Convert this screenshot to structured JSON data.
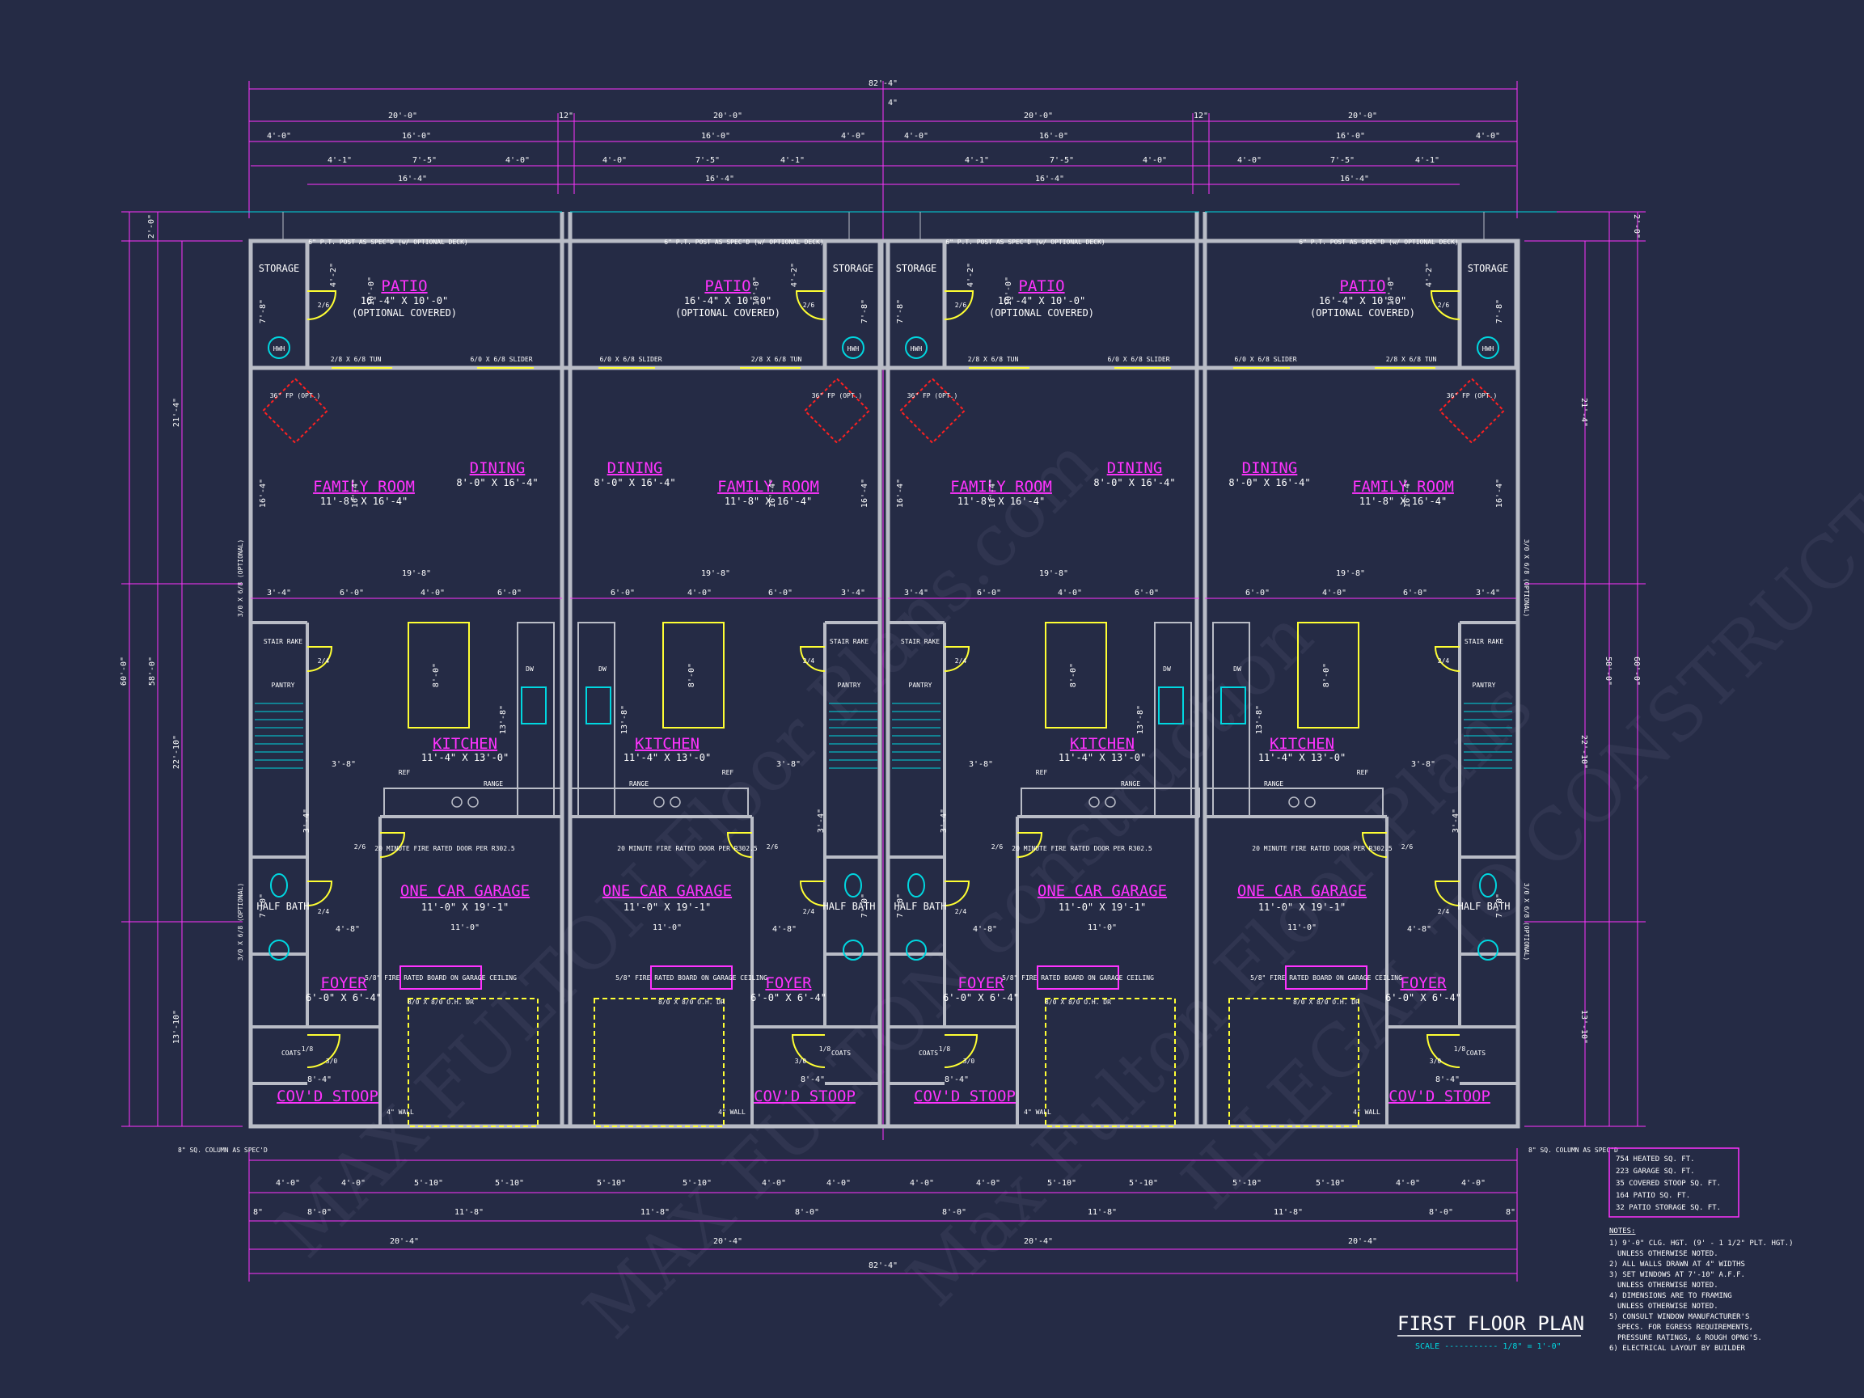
{
  "drawing": {
    "title": "FIRST FLOOR PLAN",
    "scale": "SCALE ----------- 1/8\" = 1'-0\"",
    "colors": {
      "background": "#252b45",
      "walls": "#b9bcc6",
      "dimension": "#ff33ff",
      "room_label": "#ff33ff",
      "fixture": "#00d7e0",
      "door_swing": "#ffff33",
      "fireplace": "#ff2020"
    }
  },
  "overall": {
    "top_total": "82'-4\"",
    "bottom_total": "82'-4\"",
    "center_note": "4\"",
    "unit_widths": [
      "20'-0\"",
      "12\"",
      "20'-0\"",
      "20'-0\"",
      "12\"",
      "20'-0\""
    ],
    "side_heights": [
      "2'-0\"",
      "60'-0\"",
      "58'-0\"",
      "21'-4\"",
      "22'-10\"",
      "13'-10\""
    ],
    "bottom_row1": [
      "4'-0\"",
      "4'-0\"",
      "5'-10\"",
      "5'-10\"",
      "5'-10\"",
      "5'-10\"",
      "4'-0\"",
      "4'-0\""
    ],
    "bottom_row2": [
      "8'-0\"",
      "11'-8\"",
      "11'-8\"",
      "8'-0\""
    ],
    "bottom_row3": [
      "20'-4\"",
      "20'-4\""
    ],
    "bottom_small": "8\"",
    "column_note": "8\" SQ. COLUMN AS SPEC'D"
  },
  "unit": {
    "rooms": {
      "patio": "PATIO",
      "patio_size": "16'-4\" X 10'-0\"",
      "patio_note": "(OPTIONAL COVERED)",
      "storage": "STORAGE",
      "family": "FAMILY ROOM",
      "family_size": "11'-8\" X 16'-4\"",
      "dining": "DINING",
      "dining_size": "8'-0\" X 16'-4\"",
      "kitchen": "KITCHEN",
      "kitchen_size": "11'-4\" X 13'-0\"",
      "garage": "ONE CAR GARAGE",
      "garage_size": "11'-0\" X 19'-1\"",
      "foyer": "FOYER",
      "foyer_size": "6'-0\" X 6'-4\"",
      "half_bath": "HALF BATH",
      "stoop": "COV'D STOOP",
      "pantry": "PANTRY",
      "stair_rake": "STAIR RAKE",
      "coats": "COATS"
    },
    "notes": {
      "post": "6\" P.T. POST AS SPEC'D (w/ OPTIONAL DECK)",
      "tun": "2/8 X 6/8 TUN",
      "slider": "6/0 X 6/8 SLIDER",
      "fp": "36\" FP (OPT.)",
      "ref": "REF",
      "range": "RANGE",
      "dw": "DW",
      "door": "20 MINUTE FIRE RATED DOOR PER R302.5",
      "fire_board": "5/8\" FIRE RATED BOARD ON GARAGE CEILING",
      "ohdr": "8/0 X 8/0 O.H. DR",
      "wall": "4\" WALL",
      "hwh": "HWH",
      "optional": "3/0 X 6/8 (OPTIONAL)",
      "d26": "2/6",
      "d24": "2/4",
      "d30": "3/0",
      "d18": "1/8"
    },
    "top_dims": [
      "4'-0\"",
      "16'-0\"",
      "4'-1\"",
      "7'-5\"",
      "4'-0\"",
      "16'-4\""
    ],
    "mid_dims": [
      "3'-4\"",
      "6'-0\"",
      "4'-0\"",
      "6'-0\"",
      "3'-8\"",
      "19'-8\"",
      "4'-8\"",
      "11'-0\"",
      "8'-4\""
    ],
    "vert_dims": [
      "16'-4\"",
      "10'-0\"",
      "7'-8\"",
      "4'-2\"",
      "13'-8\"",
      "8'-0\"",
      "3'-4\"",
      "7'-0\""
    ]
  },
  "areas": [
    "754 HEATED SQ. FT.",
    "223 GARAGE SQ. FT.",
    "35 COVERED STOOP SQ. FT.",
    "164 PATIO SQ. FT.",
    "32 PATIO STORAGE SQ. FT."
  ],
  "notes_title": "NOTES:",
  "notes": [
    "1) 9'-0\" CLG. HGT. (9' - 1 1/2\" PLT. HGT.)",
    "UNLESS OTHERWISE NOTED.",
    "2) ALL WALLS DRAWN AT 4\" WIDTHS",
    "3) SET WINDOWS AT 7'-10\" A.F.F.",
    "UNLESS OTHERWISE NOTED.",
    "4) DIMENSIONS ARE TO FRAMING",
    "UNLESS OTHERWISE NOTED.",
    "5) CONSULT WINDOW MANUFACTURER'S",
    "SPECS. FOR EGRESS REQUIREMENTS,",
    "PRESSURE RATINGS, & ROUGH OPNG'S.",
    "6) ELECTRICAL LAYOUT BY BUILDER"
  ],
  "watermark": [
    "MAX FULTON Floor Plans.com",
    "MAX FULTON construction",
    "ILLEGAL TO CONSTRUCT",
    "Max Fulton Floor Plans"
  ]
}
